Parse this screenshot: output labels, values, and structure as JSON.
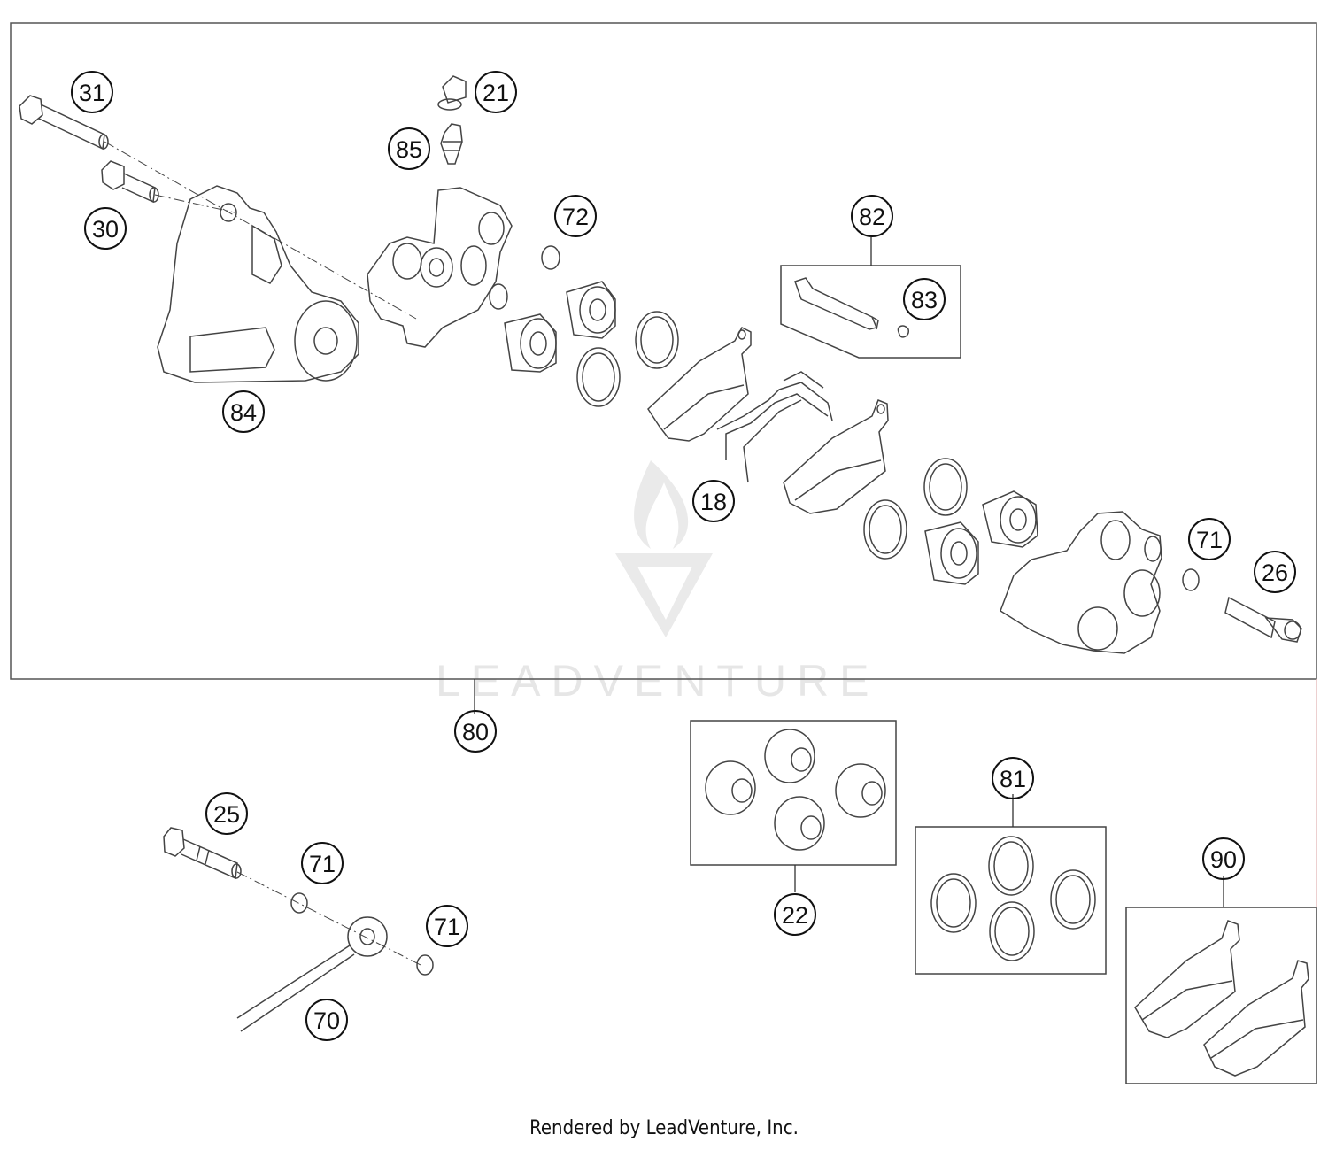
{
  "watermark": {
    "text": "LEADVENTURE"
  },
  "callouts": [
    {
      "id": "c31",
      "label": "31"
    },
    {
      "id": "c21",
      "label": "21"
    },
    {
      "id": "c85",
      "label": "85"
    },
    {
      "id": "c30",
      "label": "30"
    },
    {
      "id": "c72",
      "label": "72"
    },
    {
      "id": "c82",
      "label": "82"
    },
    {
      "id": "c83",
      "label": "83"
    },
    {
      "id": "c84",
      "label": "84"
    },
    {
      "id": "c18",
      "label": "18"
    },
    {
      "id": "c71a",
      "label": "71"
    },
    {
      "id": "c26",
      "label": "26"
    },
    {
      "id": "c80",
      "label": "80"
    },
    {
      "id": "c81",
      "label": "81"
    },
    {
      "id": "c22",
      "label": "22"
    },
    {
      "id": "c25",
      "label": "25"
    },
    {
      "id": "c71b",
      "label": "71"
    },
    {
      "id": "c71c",
      "label": "71"
    },
    {
      "id": "c90",
      "label": "90"
    },
    {
      "id": "c70",
      "label": "70"
    }
  ],
  "footer": {
    "credit": "Rendered by LeadVenture, Inc."
  }
}
